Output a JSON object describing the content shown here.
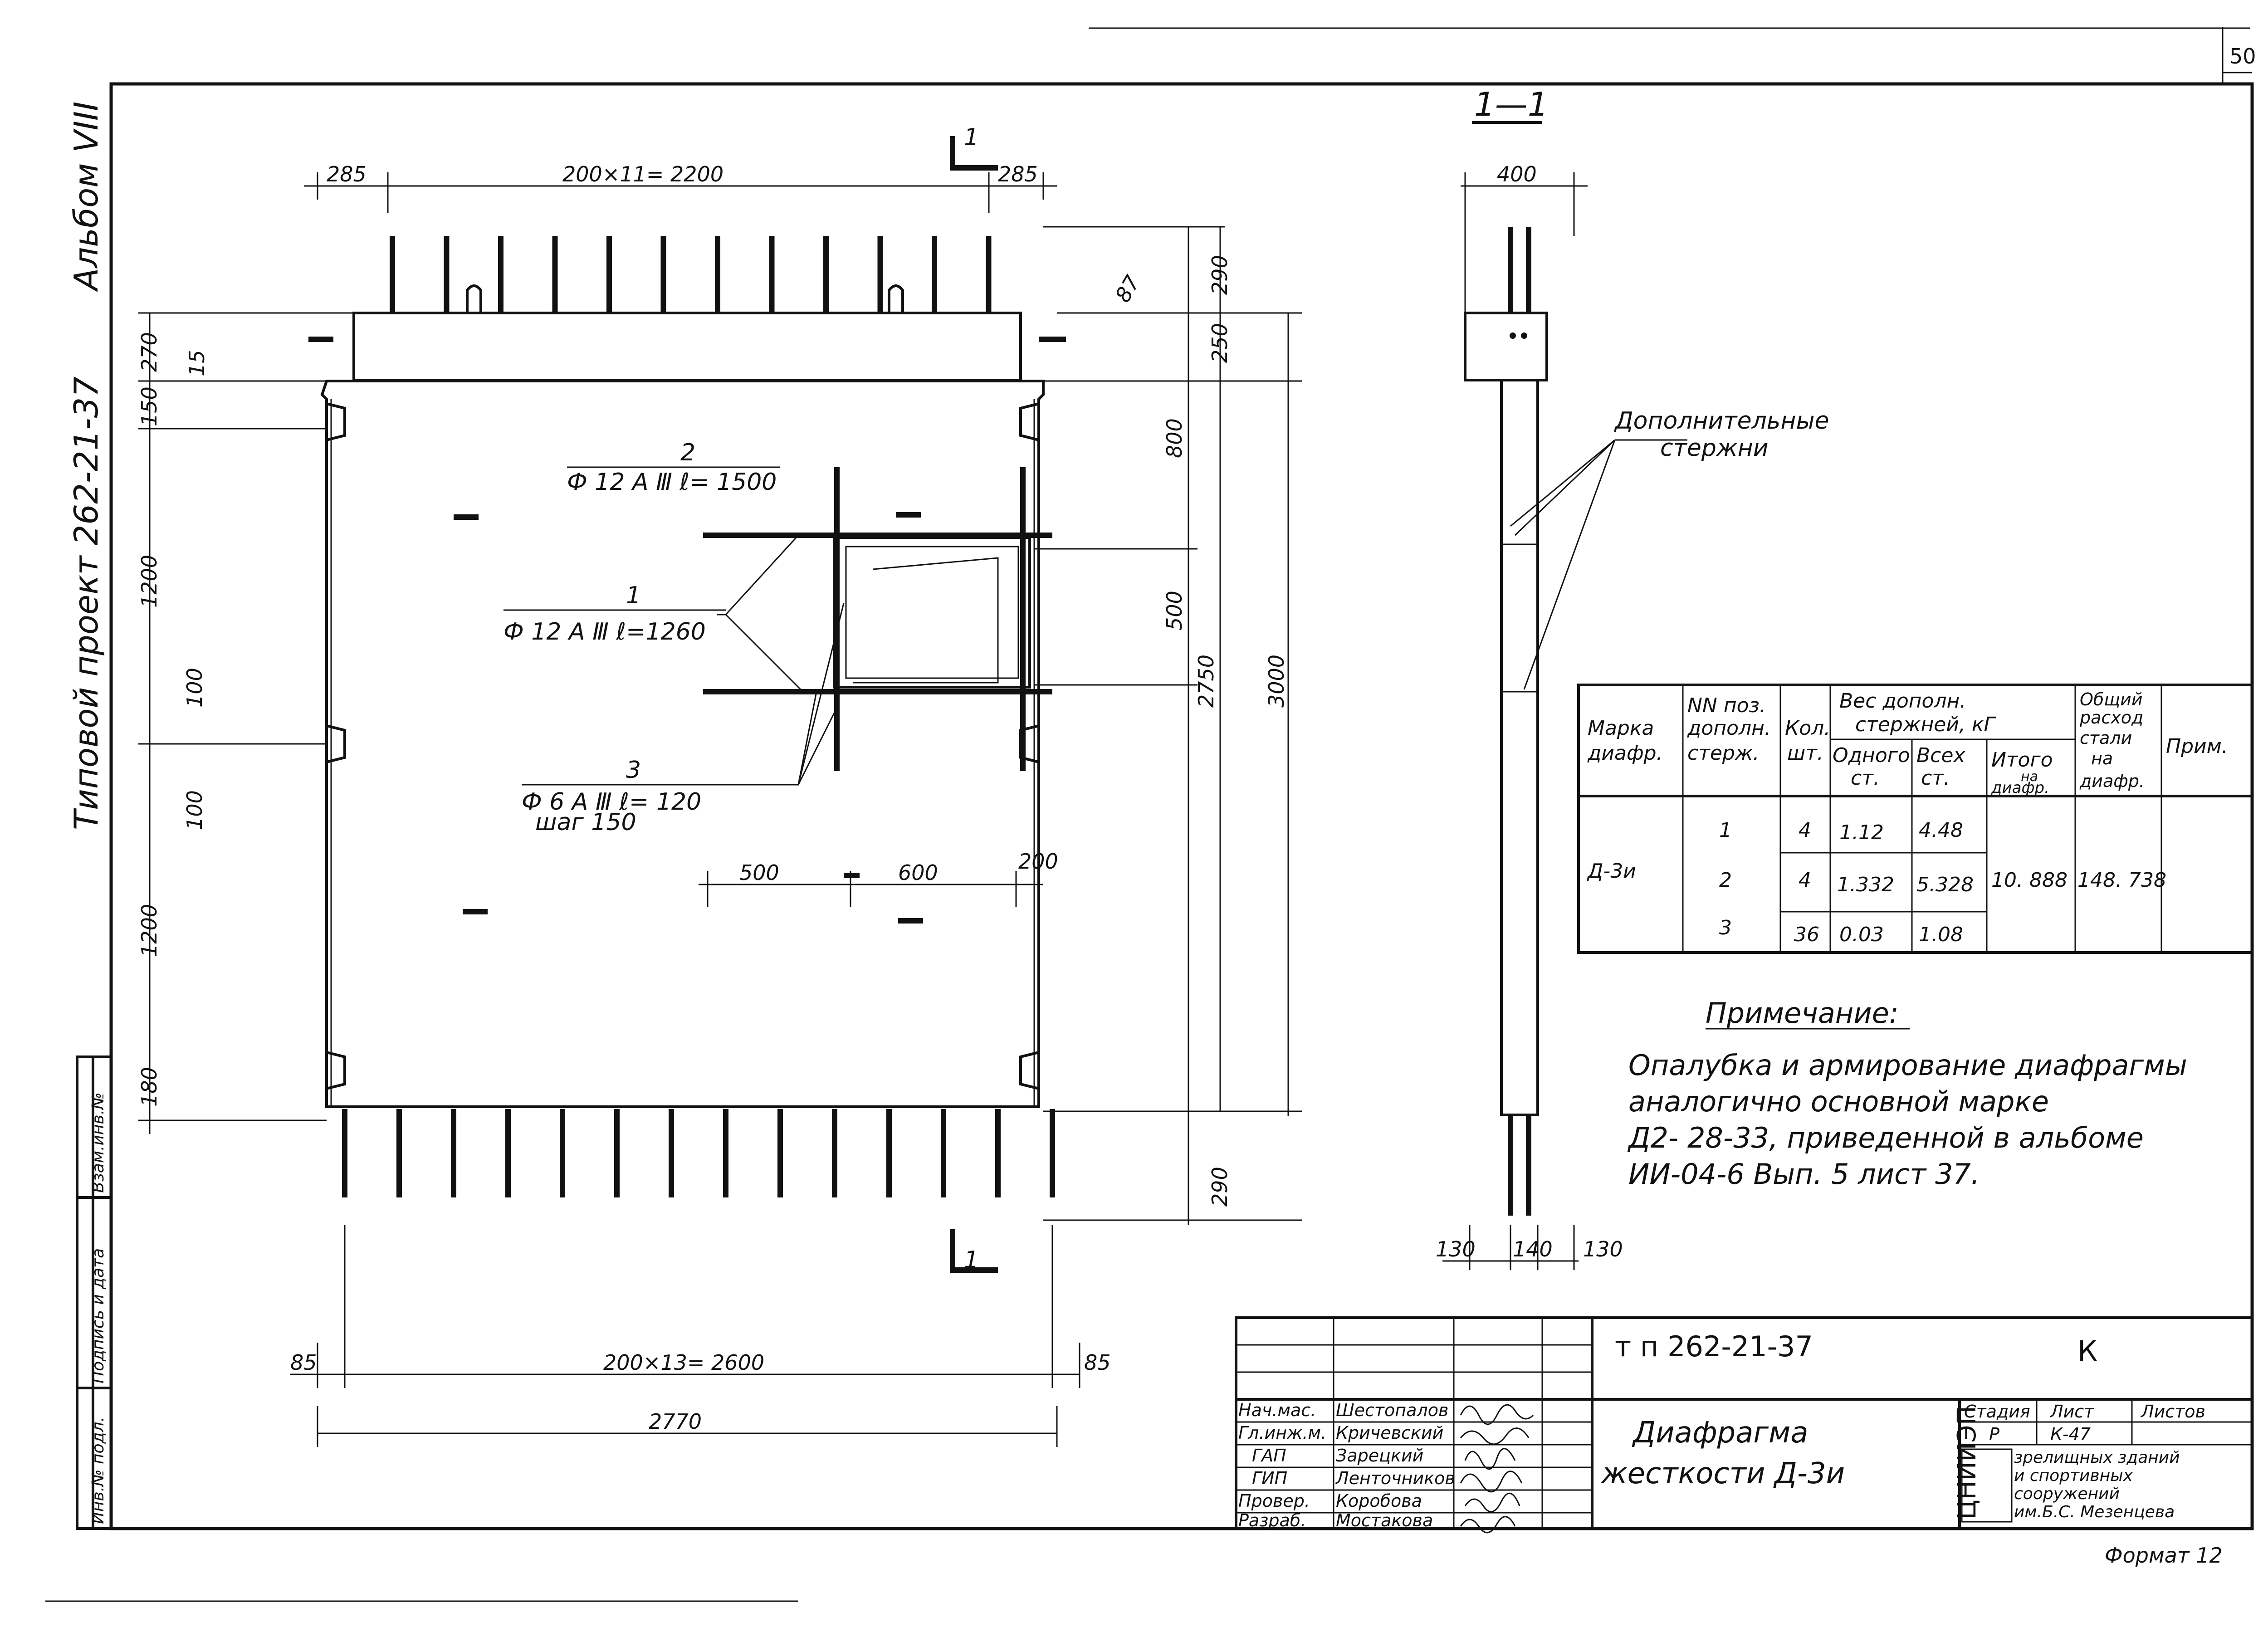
{
  "sheet": {
    "page_number": "50",
    "format_label": "Формат 12",
    "album": "Альбом VIII",
    "project": "Типовой проект 262-21-37"
  },
  "side_stamp": [
    "Инв.№ подл.",
    "Подпись и дата",
    "Взам.инв.№"
  ],
  "plan_view": {
    "section_mark": "1",
    "dims_top": [
      "285",
      "200×11= 2200",
      "285"
    ],
    "dims_bottom": [
      "85",
      "200×13= 2600",
      "85",
      "2770"
    ],
    "dims_left": [
      "270",
      "150",
      "15",
      "1200",
      "100",
      "100",
      "1200",
      "180"
    ],
    "dims_right": [
      "87",
      "290",
      "250",
      "800",
      "500",
      "2750",
      "3000",
      "290"
    ],
    "dims_opening": [
      "500",
      "600",
      "200"
    ],
    "callouts": [
      {
        "num": "2",
        "text": "Ф 12 А Ⅲ  ℓ= 1500"
      },
      {
        "num": "1",
        "text": "Ф 12 А Ⅲ  ℓ=1260"
      },
      {
        "num": "3",
        "text": "Ф 6 А Ⅲ  ℓ= 120",
        "sub": "шаг 150"
      }
    ]
  },
  "section_view": {
    "title": "1—1",
    "dim_top": "400",
    "dims_bottom": [
      "130",
      "140",
      "130"
    ],
    "callout": [
      "Дополнительные",
      "стержни"
    ]
  },
  "table": {
    "headers": {
      "mark": [
        "Марка",
        "диафр."
      ],
      "pos": [
        "NN поз.",
        "дополн.",
        "стерж."
      ],
      "qty": [
        "Кол.",
        "шт."
      ],
      "weight": [
        "Вес  дополн.",
        "стержней, кГ"
      ],
      "one": [
        "Одного",
        "ст."
      ],
      "all": [
        "Всех",
        "ст."
      ],
      "total": [
        "Итого",
        "на",
        "диафр."
      ],
      "steel": [
        "Общий",
        "расход",
        "стали",
        "на",
        "диафр."
      ],
      "note": "Прим."
    },
    "mark": "Д-3и",
    "rows": [
      {
        "pos": "1",
        "qty": "4",
        "one": "1.12",
        "all": "4.48"
      },
      {
        "pos": "2",
        "qty": "4",
        "one": "1.332",
        "all": "5.328"
      },
      {
        "pos": "3",
        "qty": "36",
        "one": "0.03",
        "all": "1.08"
      }
    ],
    "total": "10. 888",
    "steel": "148. 738"
  },
  "remark": {
    "title": "Примечание:",
    "lines": [
      "Опалубка и армирование диафрагмы",
      "аналогично основной марке",
      "Д2- 28-33, приведенной в альбоме",
      "ИИ-04-6  Вып. 5   лист 37."
    ]
  },
  "title_block": {
    "doc_code": "т п  262-21-37",
    "letter": "К",
    "title": [
      "Диафрагма",
      "жесткости Д-3и"
    ],
    "roles": [
      "Нач.мас.",
      "Гл.инж.м.",
      "ГАП",
      "ГИП",
      "Провер.",
      "Разраб."
    ],
    "names": [
      "Шестопалов",
      "Кричевский",
      "Зарецкий",
      "Ленточников",
      "Коробова",
      "Мостакова"
    ],
    "stage_hdr": "Стадия",
    "sheet_hdr": "Лист",
    "sheets_hdr": "Листов",
    "stage": "Р",
    "sheet": "К-47",
    "org_logo": "ЦНИИЭП",
    "org": [
      "зрелищных зданий",
      "и спортивных",
      "сооружений",
      "им.Б.С. Мезенцева"
    ]
  }
}
